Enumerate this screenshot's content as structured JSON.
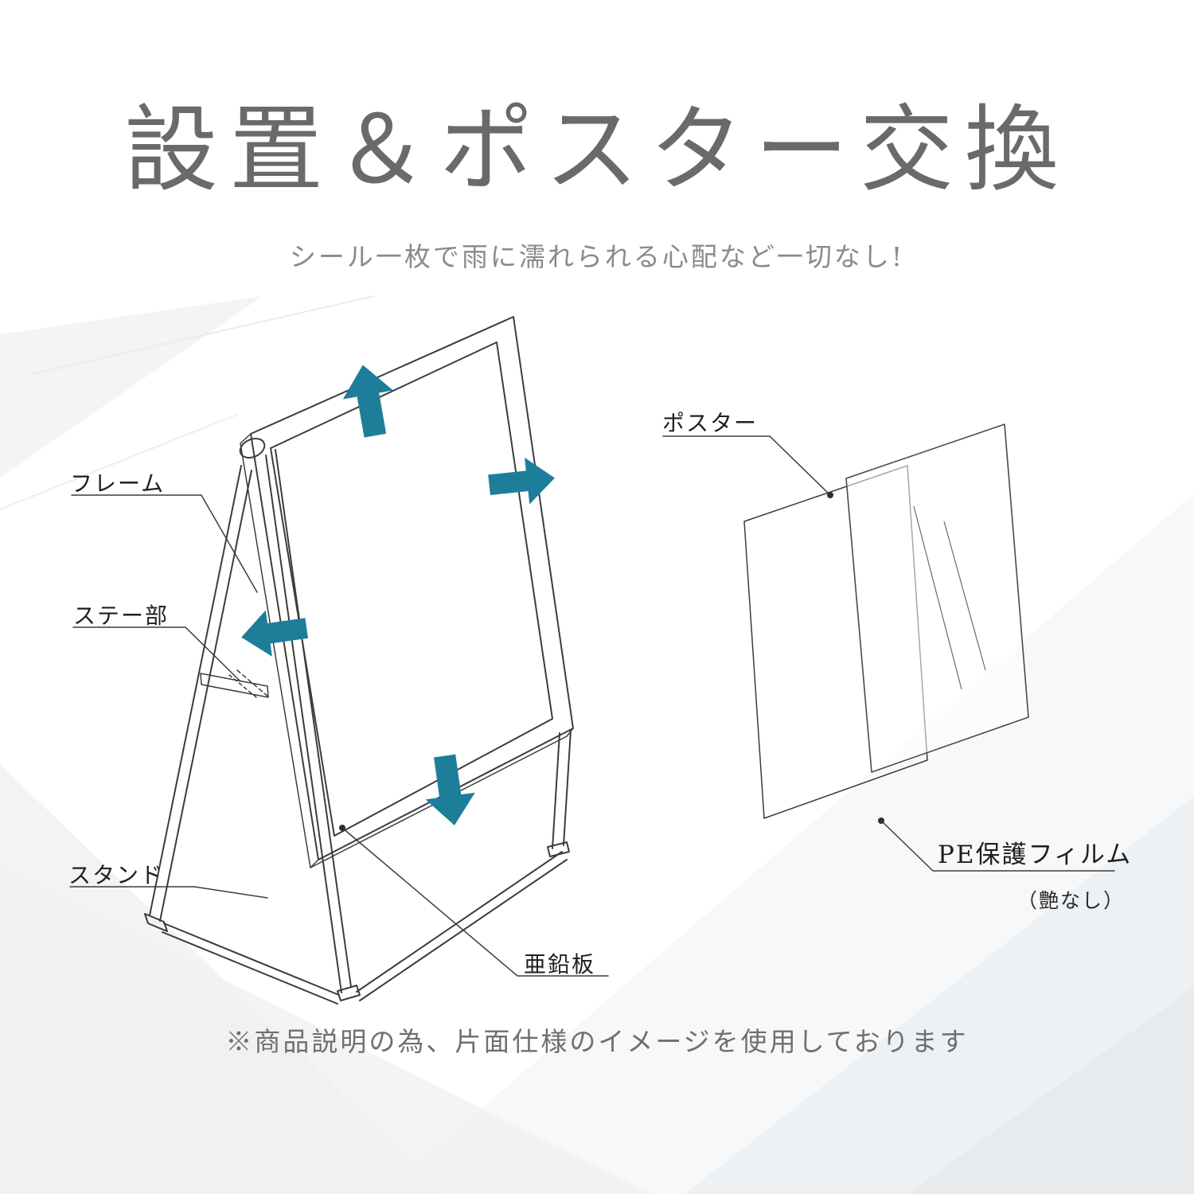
{
  "page": {
    "title": "設置＆ポスター交換",
    "subtitle": "シール一枚で雨に濡れられる心配など一切なし!",
    "footnote": "※商品説明の為、片面仕様のイメージを使用しております"
  },
  "colors": {
    "arrow": "#1d7e99",
    "board_fill": "#d2d3d4",
    "line": "#3c3c3c",
    "title_text": "#6a6a6a"
  },
  "stand_diagram": {
    "labels": {
      "frame": "フレーム",
      "stay": "ステー部",
      "stand": "スタンド",
      "zinc_plate": "亜鉛板"
    },
    "icons": [
      "arrow-up-icon",
      "arrow-right-icon",
      "arrow-left-icon",
      "arrow-down-icon"
    ]
  },
  "sheet_diagram": {
    "labels": {
      "poster": "ポスター",
      "pe_film": "PE保護フィルム",
      "pe_film_note": "（艶なし）"
    }
  }
}
